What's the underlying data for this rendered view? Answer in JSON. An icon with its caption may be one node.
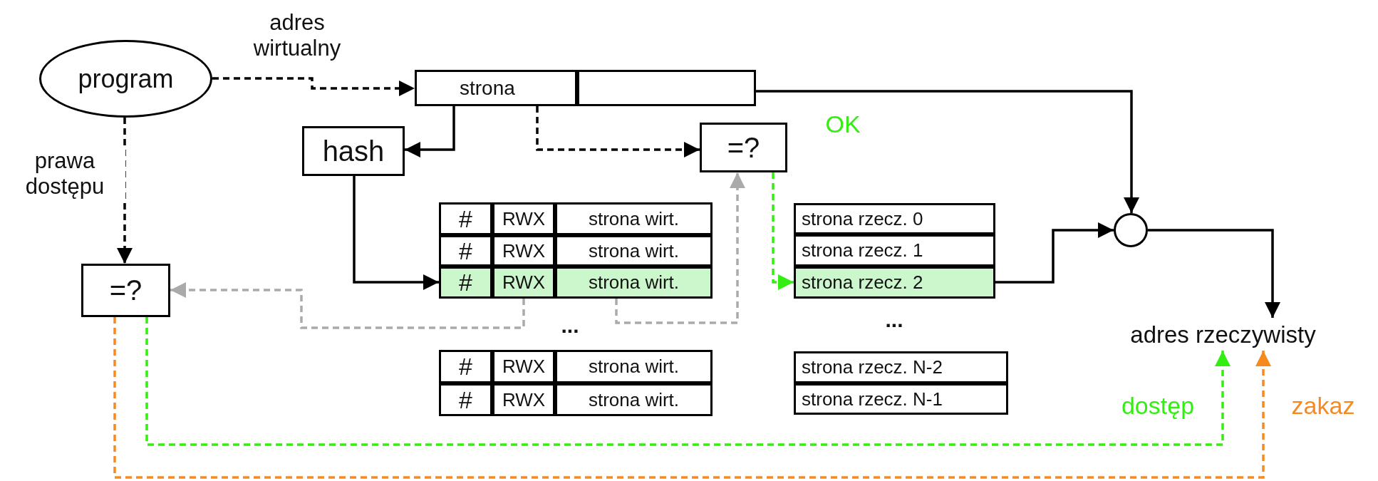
{
  "diagram": {
    "nodes": [
      {
        "text": [
          "program"
        ]
      },
      {
        "text": [
          "strona"
        ]
      },
      {
        "text": [],
        "shape": "box"
      },
      {
        "text": [
          "hash"
        ]
      },
      {
        "text": [
          "=?"
        ]
      },
      {
        "text": [
          "=?"
        ]
      },
      {
        "text": [
          "#"
        ]
      },
      {
        "text": [
          "RWX"
        ]
      },
      {
        "text": [
          "strona wirt."
        ]
      },
      {
        "text": [
          "#"
        ]
      },
      {
        "text": [
          "RWX"
        ]
      },
      {
        "text": [
          "strona wirt."
        ]
      },
      {
        "text": [
          "#"
        ]
      },
      {
        "text": [
          "RWX"
        ]
      },
      {
        "text": [
          "strona wirt."
        ]
      },
      {
        "text": [
          "#"
        ]
      },
      {
        "text": [
          "RWX"
        ]
      },
      {
        "text": [
          "strona wirt."
        ]
      },
      {
        "text": [
          "#"
        ]
      },
      {
        "text": [
          "RWX"
        ]
      },
      {
        "text": [
          "strona wirt."
        ]
      },
      {
        "text": [
          "strona rzecz. 0"
        ]
      },
      {
        "text": [
          "strona rzecz. 1"
        ]
      },
      {
        "text": [
          "strona rzecz. 2"
        ]
      },
      {
        "text": [
          "strona rzecz. N-2"
        ]
      },
      {
        "text": [
          "strona rzecz. N-1"
        ]
      },
      {
        "text": [],
        "shape": "circle"
      },
      {
        "text": [
          "adres rzeczywisty"
        ]
      }
    ],
    "edges": [
      {
        "from": 0,
        "to": 1,
        "arrow": "to",
        "style": "dashed",
        "label": "adres wirtualny"
      },
      {
        "from": 1,
        "to": 3,
        "arrow": "to"
      },
      {
        "from": 1,
        "to": 4,
        "arrow": "to",
        "style": "dashed"
      },
      {
        "from": 2,
        "to": 26,
        "arrow": "to"
      },
      {
        "from": 3,
        "to": 12,
        "arrow": "to"
      },
      {
        "from": 13,
        "to": 5,
        "arrow": "to",
        "style": "dashed",
        "color": "#aaaaaa"
      },
      {
        "from": 14,
        "to": 4,
        "arrow": "to",
        "style": "dashed",
        "color": "#aaaaaa"
      },
      {
        "from": 4,
        "to": 23,
        "arrow": "to",
        "style": "dashed",
        "color": "#33ee11",
        "label": "OK"
      },
      {
        "from": 23,
        "to": 26,
        "arrow": "to"
      },
      {
        "from": 26,
        "to": 27,
        "arrow": "to"
      },
      {
        "from": 0,
        "to": 5,
        "arrow": "to",
        "style": "dashed",
        "label": "prawa dostępu"
      },
      {
        "from": 5,
        "to": 27,
        "arrow": "to",
        "style": "dashed",
        "color": "#33ee11",
        "label": "dostęp"
      },
      {
        "from": 5,
        "to": 27,
        "arrow": "to",
        "style": "dashed",
        "color": "#f58a1f",
        "label": "zakaz"
      }
    ],
    "labels": [
      "...",
      "..."
    ]
  }
}
